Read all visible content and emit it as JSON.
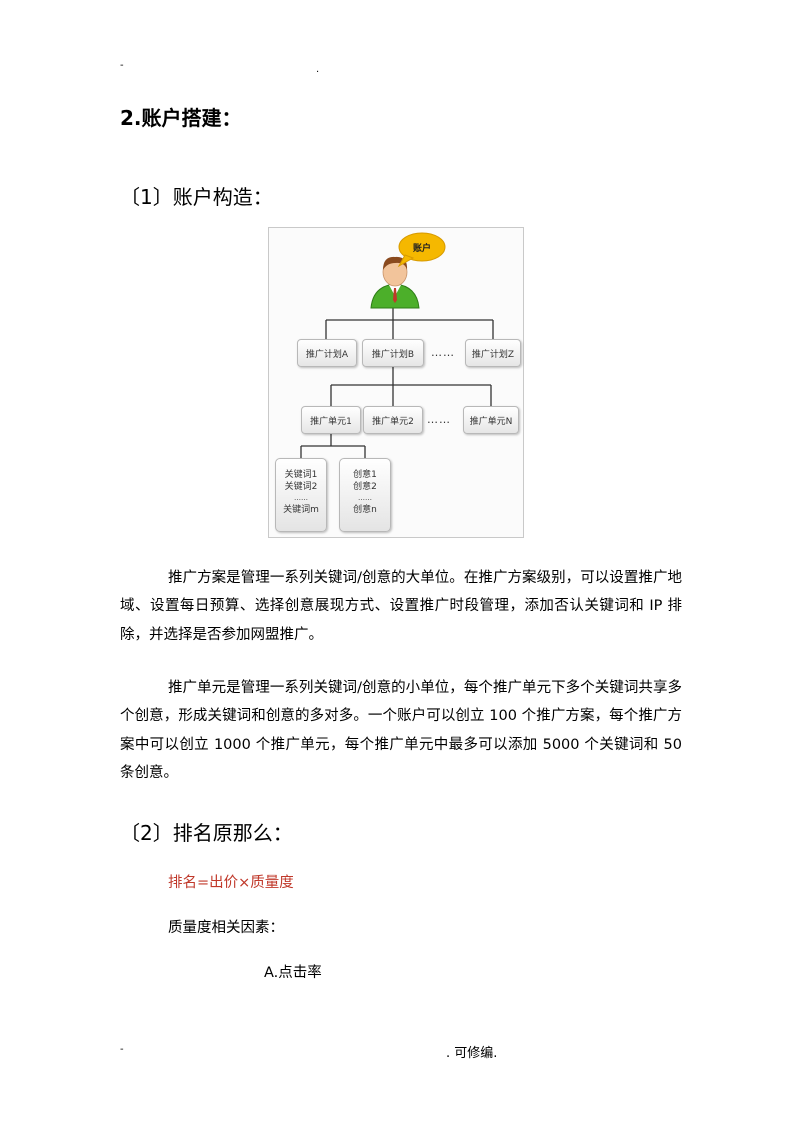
{
  "header": {
    "left_mark": "-",
    "right_mark": "."
  },
  "footer": {
    "left_mark": "-",
    "right_text": ". 可修编."
  },
  "section_title": "2.账户搭建：",
  "sub1_title": "〔1〕账户构造：",
  "diagram": {
    "account_label": "账户",
    "plans": [
      "推广计划A",
      "推广计划B",
      "推广计划Z"
    ],
    "plan_dots": "……",
    "units": [
      "推广单元1",
      "推广单元2",
      "推广单元N"
    ],
    "unit_dots": "……",
    "keywords": [
      "关键词1",
      "关键词2",
      "……",
      "关键词m"
    ],
    "creatives": [
      "创意1",
      "创意2",
      "……",
      "创意n"
    ]
  },
  "para1": "推广方案是管理一系列关键词/创意的大单位。在推广方案级别，可以设置推广地域、设置每日预算、选择创意展现方式、设置推广时段管理，添加否认关键词和 IP 排除，并选择是否参加网盟推广。",
  "para2": "推广单元是管理一系列关键词/创意的小单位，每个推广单元下多个关键词共享多个创意，形成关键词和创意的多对多。一个账户可以创立 100 个推广方案，每个推广方案中可以创立 1000 个推广单元，每个推广单元中最多可以添加 5000 个关键词和 50 条创意。",
  "sub2_title": "〔2〕排名原那么：",
  "formula": "排名=出价×质量度",
  "quality_label": "质量度相关因素：",
  "item_a": "A.点击率",
  "colors": {
    "formula": "#c0392b",
    "avatar_shirt": "#4caf2a",
    "bubble": "#f5b800"
  }
}
